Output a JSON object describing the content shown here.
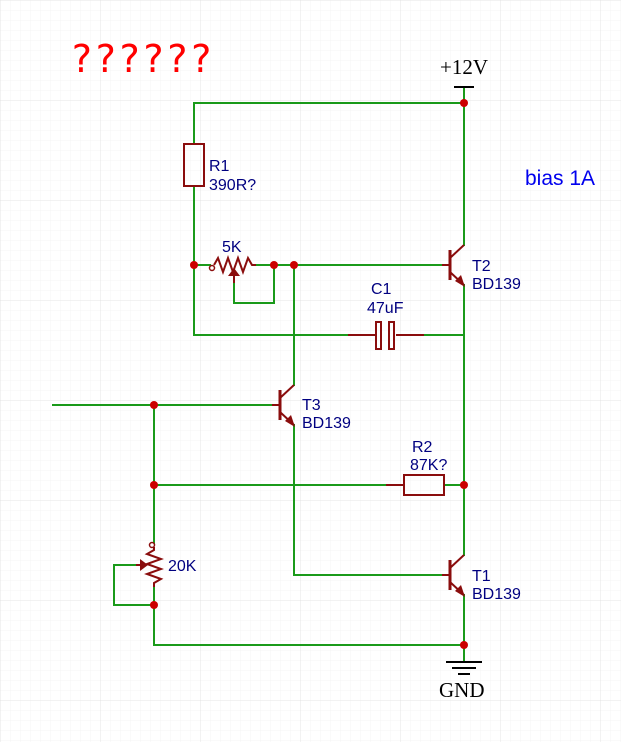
{
  "title_marks": "??????",
  "note": "bias 1A",
  "power": {
    "supply": "+12V",
    "ground": "GND"
  },
  "components": {
    "r1": {
      "ref": "R1",
      "value": "390R?"
    },
    "r2": {
      "ref": "R2",
      "value": "87K?"
    },
    "c1": {
      "ref": "C1",
      "value": "47uF"
    },
    "pot_5k": {
      "value": "5K"
    },
    "pot_20k": {
      "value": "20K"
    },
    "t1": {
      "ref": "T1",
      "part": "BD139"
    },
    "t2": {
      "ref": "T2",
      "part": "BD139"
    },
    "t3": {
      "ref": "T3",
      "part": "BD139"
    }
  },
  "colors": {
    "wire": "#1a9a1a",
    "component": "#8a0d0d",
    "junction": "#cc0000",
    "label": "#000080",
    "note": "#0000ee",
    "title_marks": "#ff0000"
  }
}
